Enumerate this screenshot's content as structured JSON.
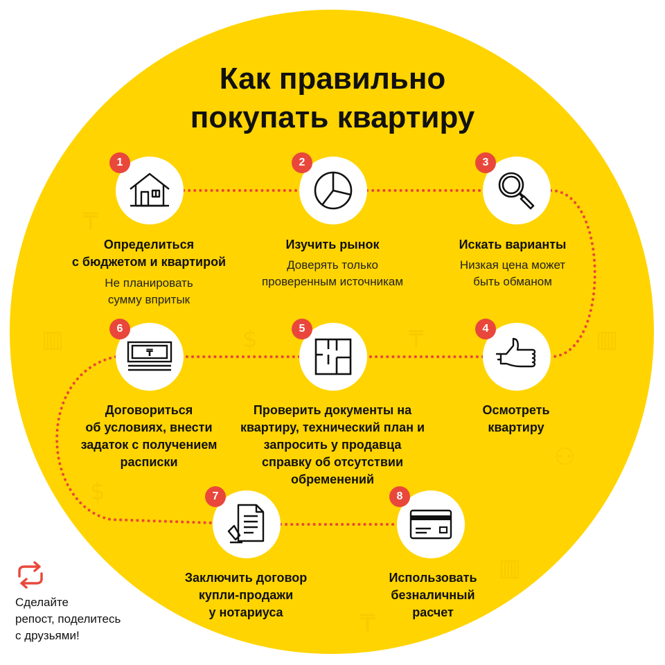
{
  "title_line1": "Как правильно",
  "title_line2": "покупать квартиру",
  "colors": {
    "background": "#FFD400",
    "badge": "#E9473B",
    "path": "#E9473B"
  },
  "steps": [
    {
      "num": "1",
      "icon": "house-icon",
      "title_lines": [
        "Определиться",
        "с бюджетом и квартирой"
      ],
      "desc_lines": [
        "Не планировать",
        "сумму впритык"
      ]
    },
    {
      "num": "2",
      "icon": "pie-chart-icon",
      "title_lines": [
        "Изучить рынок"
      ],
      "desc_lines": [
        "Доверять только",
        "проверенным источникам"
      ]
    },
    {
      "num": "3",
      "icon": "magnifier-icon",
      "title_lines": [
        "Искать варианты"
      ],
      "desc_lines": [
        "Низкая цена может",
        "быть обманом"
      ]
    },
    {
      "num": "4",
      "icon": "thumbs-up-icon",
      "title_lines": [
        "Осмотреть",
        "квартиру"
      ],
      "desc_lines": []
    },
    {
      "num": "5",
      "icon": "floor-plan-icon",
      "title_lines": [
        "Проверить документы на",
        "квартиру, технический план и",
        "запросить у продавца",
        "справку об отсутствии",
        "обременений"
      ],
      "desc_lines": []
    },
    {
      "num": "6",
      "icon": "banknotes-icon",
      "title_lines": [
        "Договориться",
        "об условиях, внести",
        "задаток с получением",
        "расписки"
      ],
      "desc_lines": []
    },
    {
      "num": "7",
      "icon": "contract-icon",
      "title_lines": [
        "Заключить договор",
        "купли-продажи",
        "у нотариуса"
      ],
      "desc_lines": []
    },
    {
      "num": "8",
      "icon": "credit-card-icon",
      "title_lines": [
        "Использовать",
        "безналичный",
        "расчет"
      ],
      "desc_lines": []
    }
  ],
  "repost": {
    "icon": "repost-icon",
    "lines": [
      "Сделайте",
      "репост, поделитесь",
      "с друзьями!"
    ]
  }
}
